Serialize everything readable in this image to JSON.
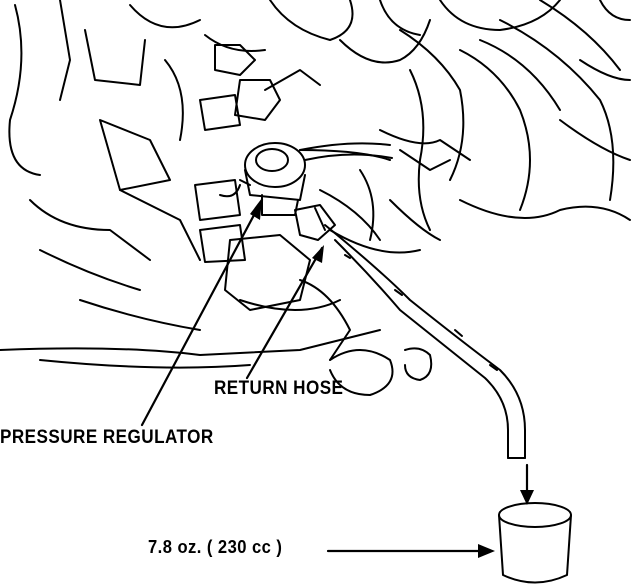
{
  "labels": {
    "return_hose": "RETURN HOSE",
    "pressure_regulator": "PRESSURE REGULATOR",
    "fuel_volume": "7.8 oz. ( 230 cc )"
  },
  "colors": {
    "line": "#000000",
    "background": "#ffffff"
  }
}
